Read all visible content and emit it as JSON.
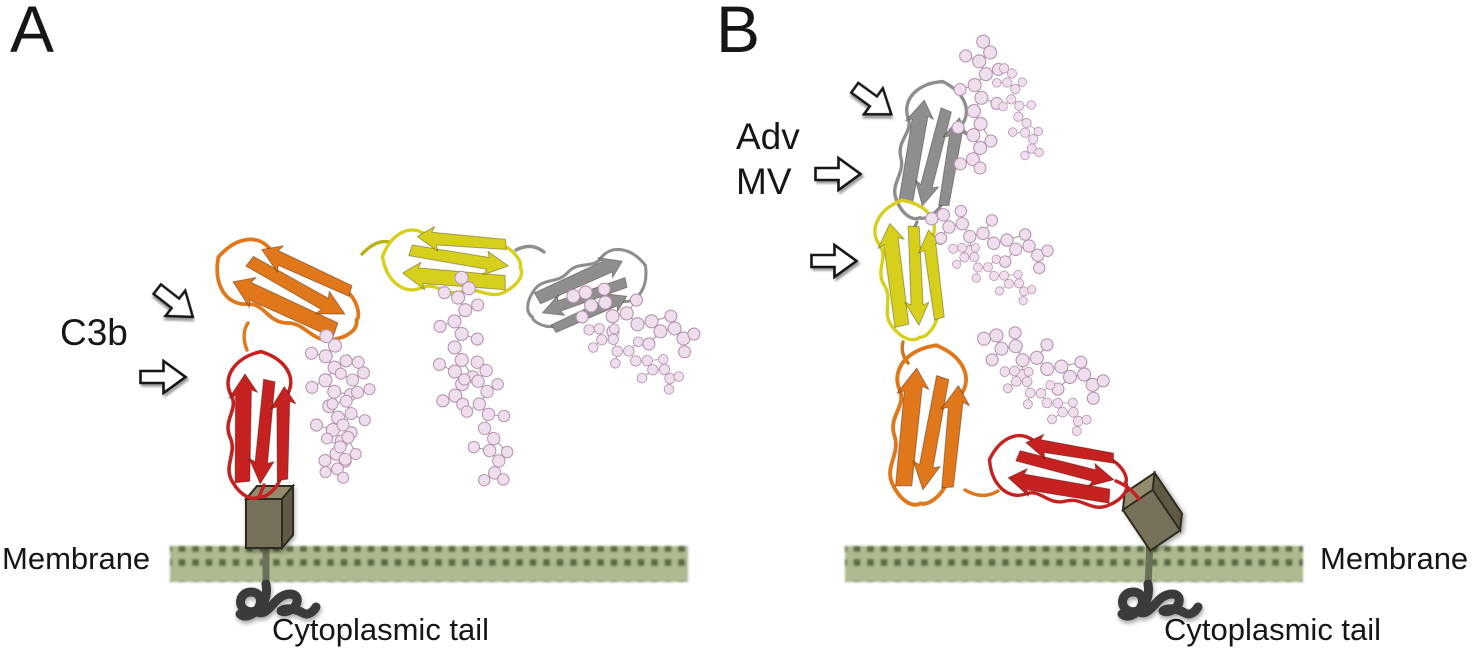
{
  "panelA": {
    "label": "A",
    "ligand_label": "C3b",
    "membrane_label": "Membrane",
    "tail_label": "Cytoplasmic tail"
  },
  "panelB": {
    "label": "B",
    "ligand_labels": [
      "Adv",
      "MV"
    ],
    "membrane_label": "Membrane",
    "tail_label": "Cytoplasmic tail"
  },
  "colors": {
    "background": "#ffffff",
    "domain_red": "#c62121",
    "domain_orange": "#e0771b",
    "domain_yellow": "#d6d01d",
    "domain_gray": "#8e8e8e",
    "glycan_fill": "#efdfee",
    "glycan_outline": "#b596b0",
    "membrane_fill": "#aeba8f",
    "membrane_dots": "#5a6a42",
    "tm_box_front": "#77705a",
    "tm_box_top": "#948a6e",
    "tm_box_side": "#615a44",
    "stem": "#6b7158",
    "tail": "#3b3b3b",
    "arrow_fill": "#ffffff",
    "arrow_outline": "#141414",
    "text": "#161616"
  },
  "icons": {
    "binding_site_pointer": "block-arrow-icon"
  }
}
